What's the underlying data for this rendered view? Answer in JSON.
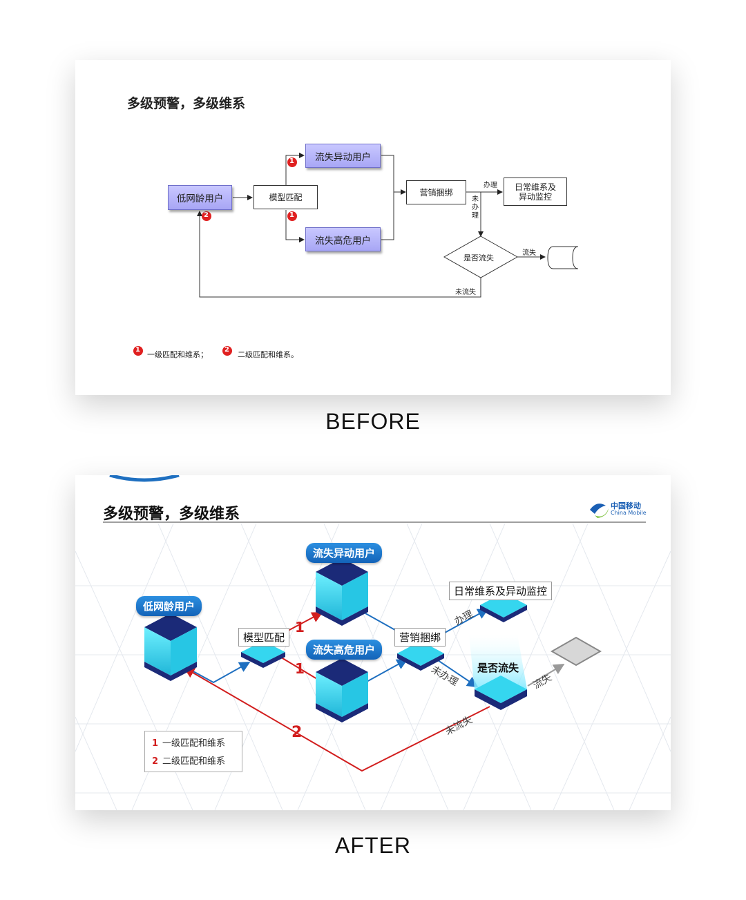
{
  "captions": {
    "before": "BEFORE",
    "after": "AFTER"
  },
  "before": {
    "title": "多级预警，多级维系",
    "nodes": {
      "low_tenure": "低网龄用户",
      "model_match": "模型匹配",
      "churn_anomaly": "流失异动用户",
      "churn_high_risk": "流失高危用户",
      "marketing_binding": "营销捆绑",
      "daily_maintain": "日常维系及\n异动监控",
      "is_churn": "是否流失"
    },
    "edge_labels": {
      "handled": "办理",
      "not_handled": "未\n办\n理",
      "churned": "流失",
      "not_churned": "未流失"
    },
    "badges": {
      "one": "1",
      "two": "2"
    },
    "legend": {
      "item1": "一级匹配和维系；",
      "item2": "二级匹配和维系。"
    }
  },
  "after": {
    "title": "多级预警，多级维系",
    "logo": {
      "cn": "中国移动",
      "en": "China Mobile"
    },
    "nodes": {
      "low_tenure": "低网龄用户",
      "model_match": "模型匹配",
      "churn_anomaly": "流失异动用户",
      "churn_high_risk": "流失高危用户",
      "marketing_binding": "营销捆绑",
      "daily_maintain": "日常维系及异动监控",
      "is_churn": "是否流失"
    },
    "edge_labels": {
      "handled": "办理",
      "not_handled": "未办理",
      "churned": "流失",
      "not_churned": "未流失"
    },
    "markers": {
      "one": "1",
      "two": "2"
    },
    "legend": {
      "item1_num": "1",
      "item1": "一级匹配和维系",
      "item2_num": "2",
      "item2": "二级匹配和维系"
    },
    "colors": {
      "blue": "#1e6fc0",
      "red": "#d21e1e",
      "cyan": "#35d6ef",
      "navy": "#1b2a78"
    }
  }
}
